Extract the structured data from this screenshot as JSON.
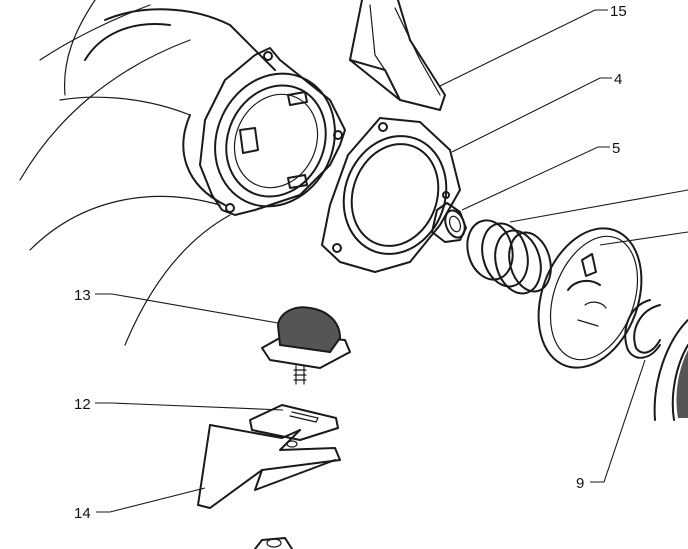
{
  "diagram": {
    "callouts": [
      {
        "id": "15",
        "label": "15"
      },
      {
        "id": "4",
        "label": "4"
      },
      {
        "id": "5",
        "label": "5"
      },
      {
        "id": "13",
        "label": "13"
      },
      {
        "id": "12",
        "label": "12"
      },
      {
        "id": "14",
        "label": "14"
      },
      {
        "id": "9",
        "label": "9"
      }
    ],
    "colors": {
      "ink": "#1a1a1a",
      "paper": "#ffffff",
      "rubber": "#555555"
    }
  }
}
